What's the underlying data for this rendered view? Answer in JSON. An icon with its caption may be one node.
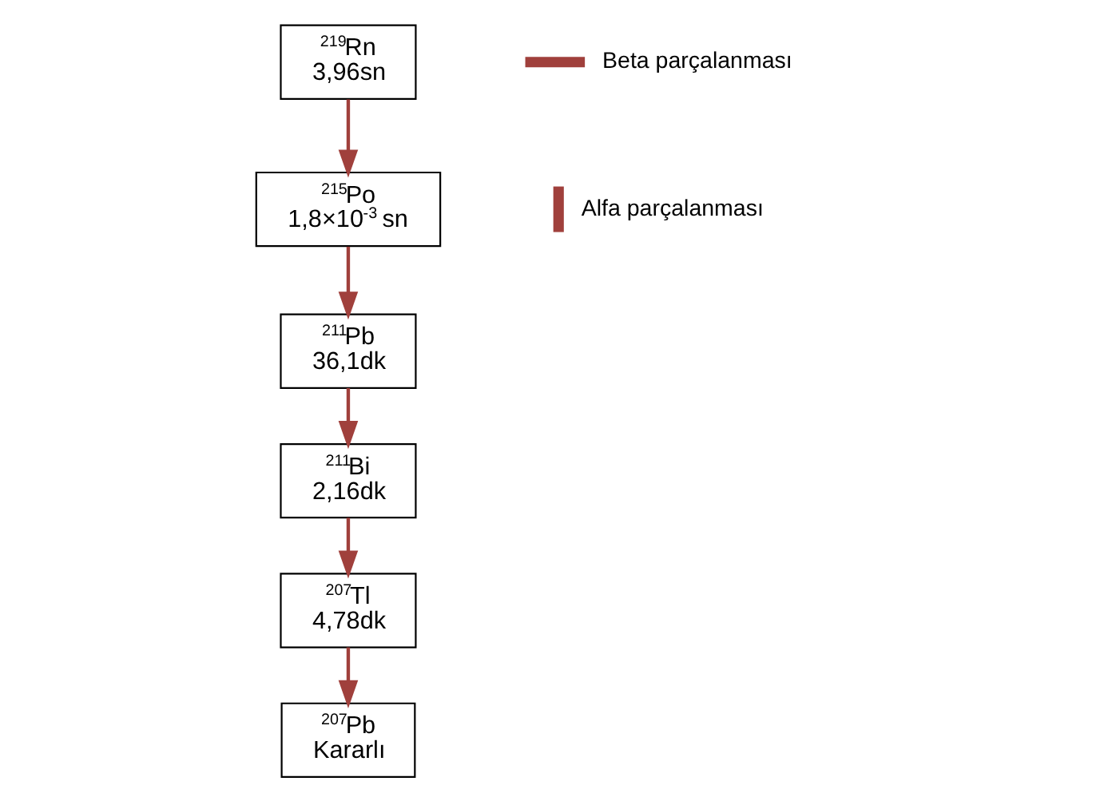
{
  "diagram": {
    "nodes": [
      {
        "text": [
          "$^{219}$Rn",
          "3,96sn"
        ]
      },
      {
        "text": [
          "$^{215}$Po",
          "1,8×10$^{-3}$ sn"
        ]
      },
      {
        "text": [
          "$^{211}$Bi",
          "2,16dk"
        ]
      },
      {
        "text": [
          "$^{211}$Pb",
          "36,1dk"
        ]
      },
      {
        "text": [
          "$^{207}$Pb",
          "Kararlı"
        ]
      },
      {
        "text": [
          "$^{207}$Tl",
          "4,78dk"
        ]
      }
    ],
    "edges": [
      {
        "from": 0,
        "to": 1,
        "arrow": "to",
        "color": "#a0403c"
      },
      {
        "from": 1,
        "to": 3,
        "arrow": "to",
        "color": "#a0403c"
      },
      {
        "from": 3,
        "to": 2,
        "arrow": "to",
        "color": "#a0403c"
      },
      {
        "from": 2,
        "to": 5,
        "arrow": "to",
        "color": "#a0403c"
      },
      {
        "from": 5,
        "to": 4,
        "arrow": "to",
        "color": "#a0403c"
      }
    ],
    "legend": [
      {
        "text": "Beta parçalanması"
      },
      {
        "text": "Alfa parçalanması"
      }
    ]
  }
}
